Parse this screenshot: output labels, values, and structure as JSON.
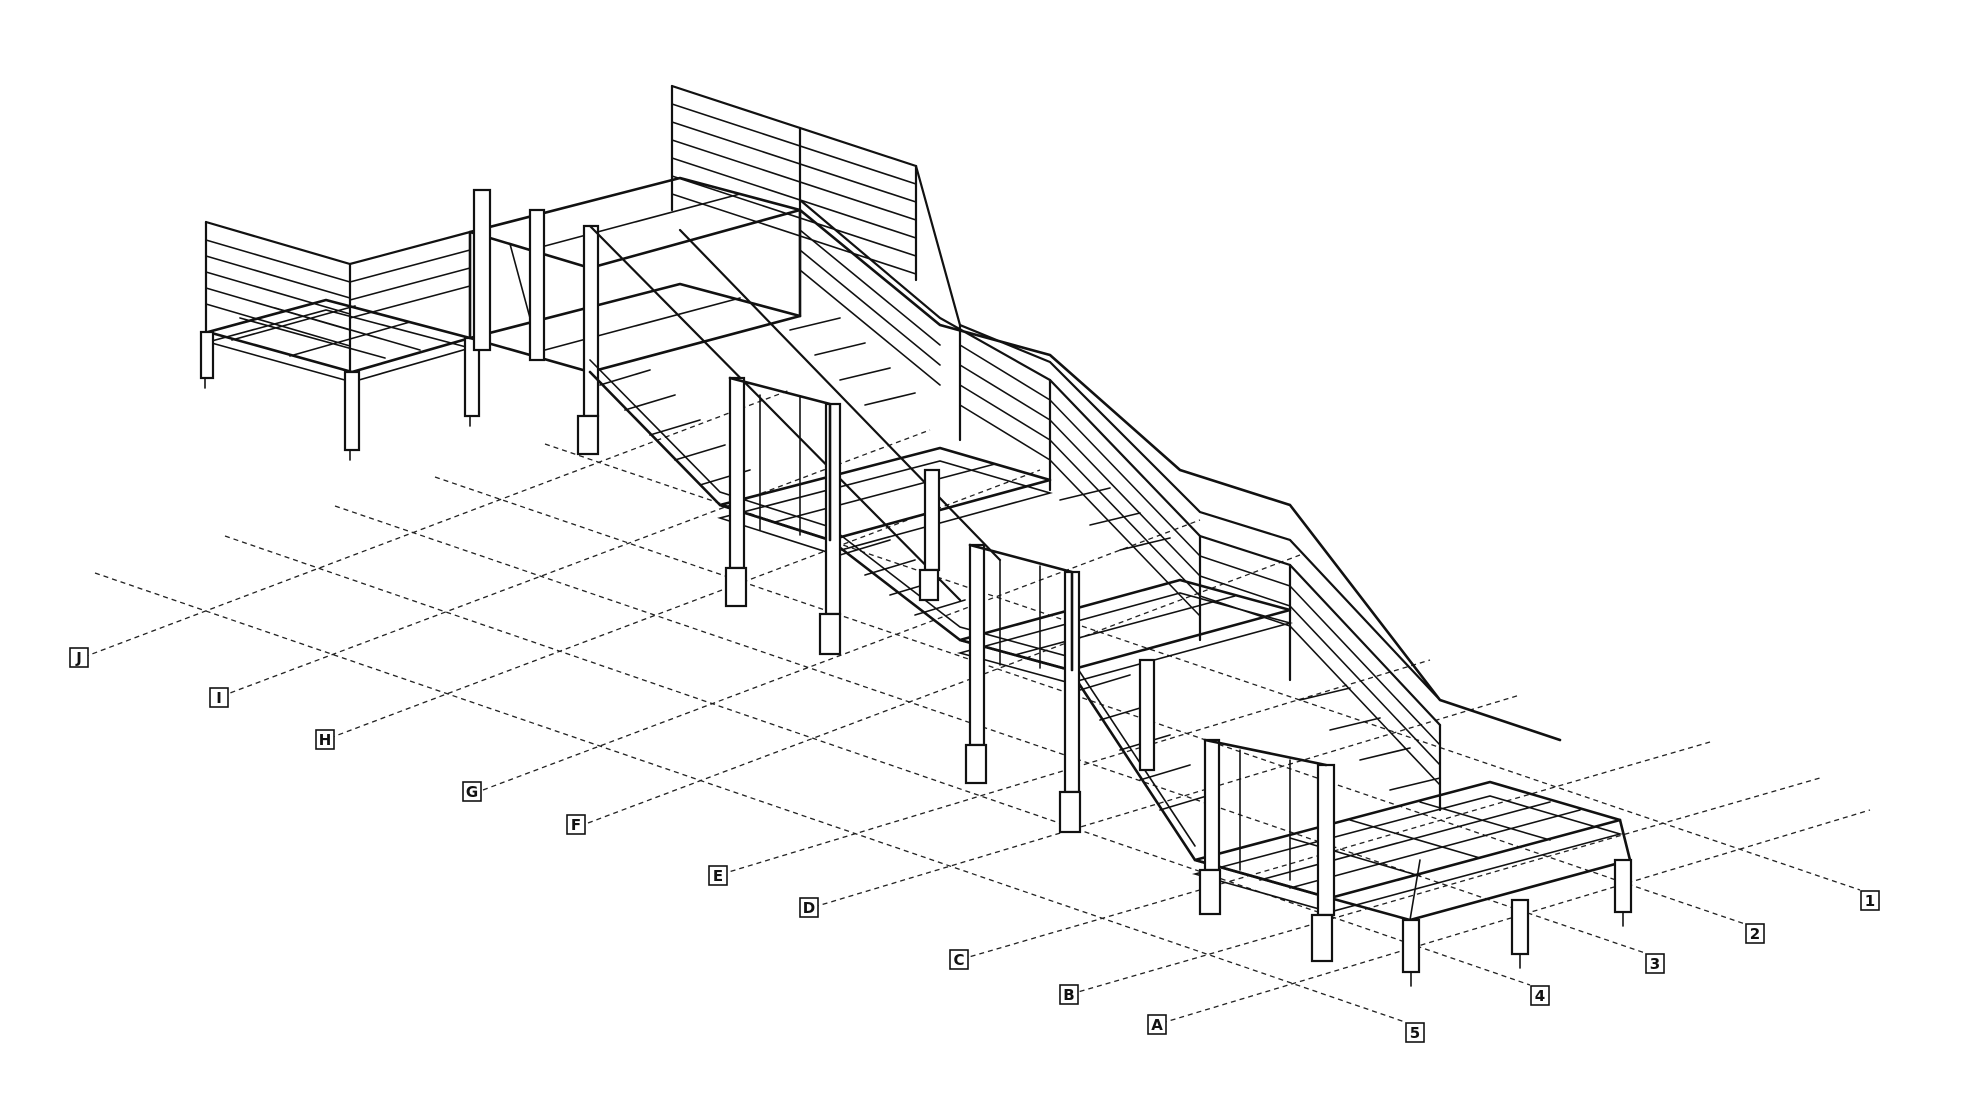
{
  "grid_labels_letters": [
    "J",
    "I",
    "H",
    "G",
    "F",
    "E",
    "D",
    "C",
    "B",
    "A"
  ],
  "grid_labels_numbers": [
    "1",
    "2",
    "3",
    "4",
    "5"
  ]
}
